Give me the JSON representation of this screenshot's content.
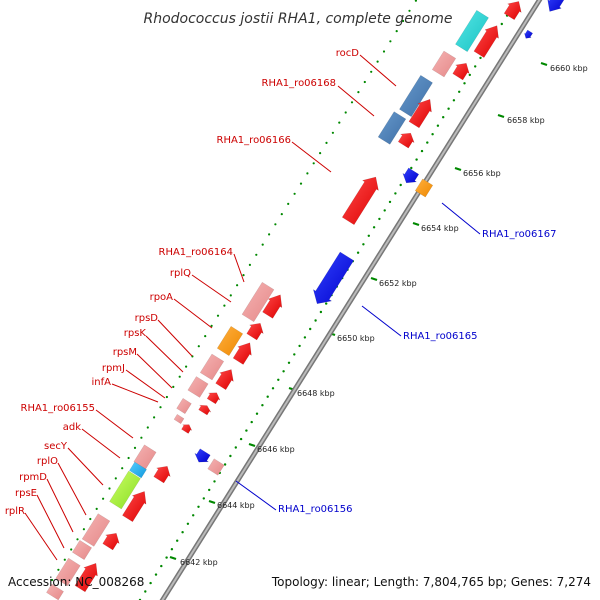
{
  "title": "Rhodococcus jostii RHA1, complete genome",
  "footer": {
    "accession": "Accession: NC_008268",
    "summary": "Topology: linear; Length: 7,804,765 bp; Genes: 7,274"
  },
  "colors": {
    "top_strand_label": "#cc0000",
    "bottom_strand_label": "#0000cc",
    "backbone": "#888888",
    "ruler_dots": "#008800"
  },
  "ruler": {
    "ticks": [
      "6642 kbp",
      "6644 kbp",
      "6646 kbp",
      "6648 kbp",
      "6650 kbp",
      "6652 kbp",
      "6654 kbp",
      "6656 kbp",
      "6658 kbp",
      "6660 kbp"
    ]
  },
  "top_labels": [
    "rocD",
    "RHA1_ro06168",
    "RHA1_ro06166",
    "RHA1_ro06164",
    "rplQ",
    "rpoA",
    "rpsD",
    "rpsK",
    "rpsM",
    "rpmJ",
    "infA",
    "RHA1_ro06155",
    "adk",
    "secY",
    "rplO",
    "rpmD",
    "rpsE",
    "rplR"
  ],
  "bottom_labels": [
    "RHA1_ro06167",
    "RHA1_ro06165",
    "RHA1_ro06156"
  ]
}
